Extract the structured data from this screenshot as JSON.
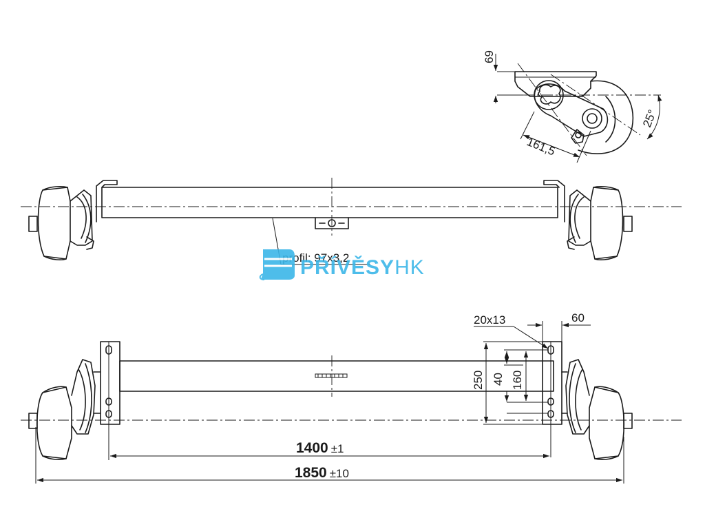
{
  "colors": {
    "ink": "#1a1a1a",
    "brand_blue": "#3bb6e8"
  },
  "side_view": {
    "profile_label": "profil: 97x3,2"
  },
  "bracket_view": {
    "height_label": "69",
    "arm_length_label": "161,5",
    "angle_label": "25°"
  },
  "top_view": {
    "hole_label": "20x13",
    "offset_label": "60",
    "plate_height_label": "250",
    "hole_pitch_label": "40",
    "hole_span_label": "160",
    "track_value": "1400",
    "track_tolerance": "±1",
    "overall_value": "1850",
    "overall_tolerance": "±10"
  },
  "watermark": {
    "icon": "trailer-icon",
    "brand_bold": "PŘÍVĚSY",
    "brand_light": "HK"
  }
}
